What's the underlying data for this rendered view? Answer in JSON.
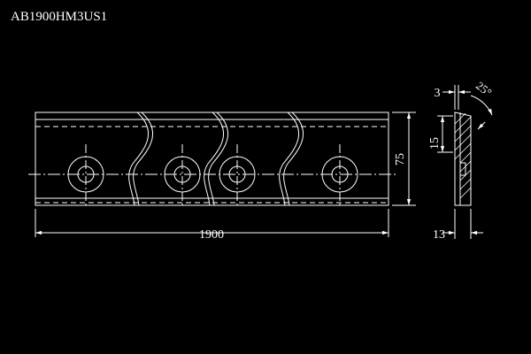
{
  "drawing": {
    "title": "AB1900HM3US1",
    "colors": {
      "background": "#000000",
      "line": "#ffffff",
      "hidden_line": "#ffffff"
    }
  },
  "front_view": {
    "length_label": "1900",
    "height_label": "75",
    "hole_count": 4
  },
  "side_view": {
    "top_offset_label": "3",
    "angle_label": "25°",
    "bevel_label": "15",
    "thickness_label": "13"
  }
}
